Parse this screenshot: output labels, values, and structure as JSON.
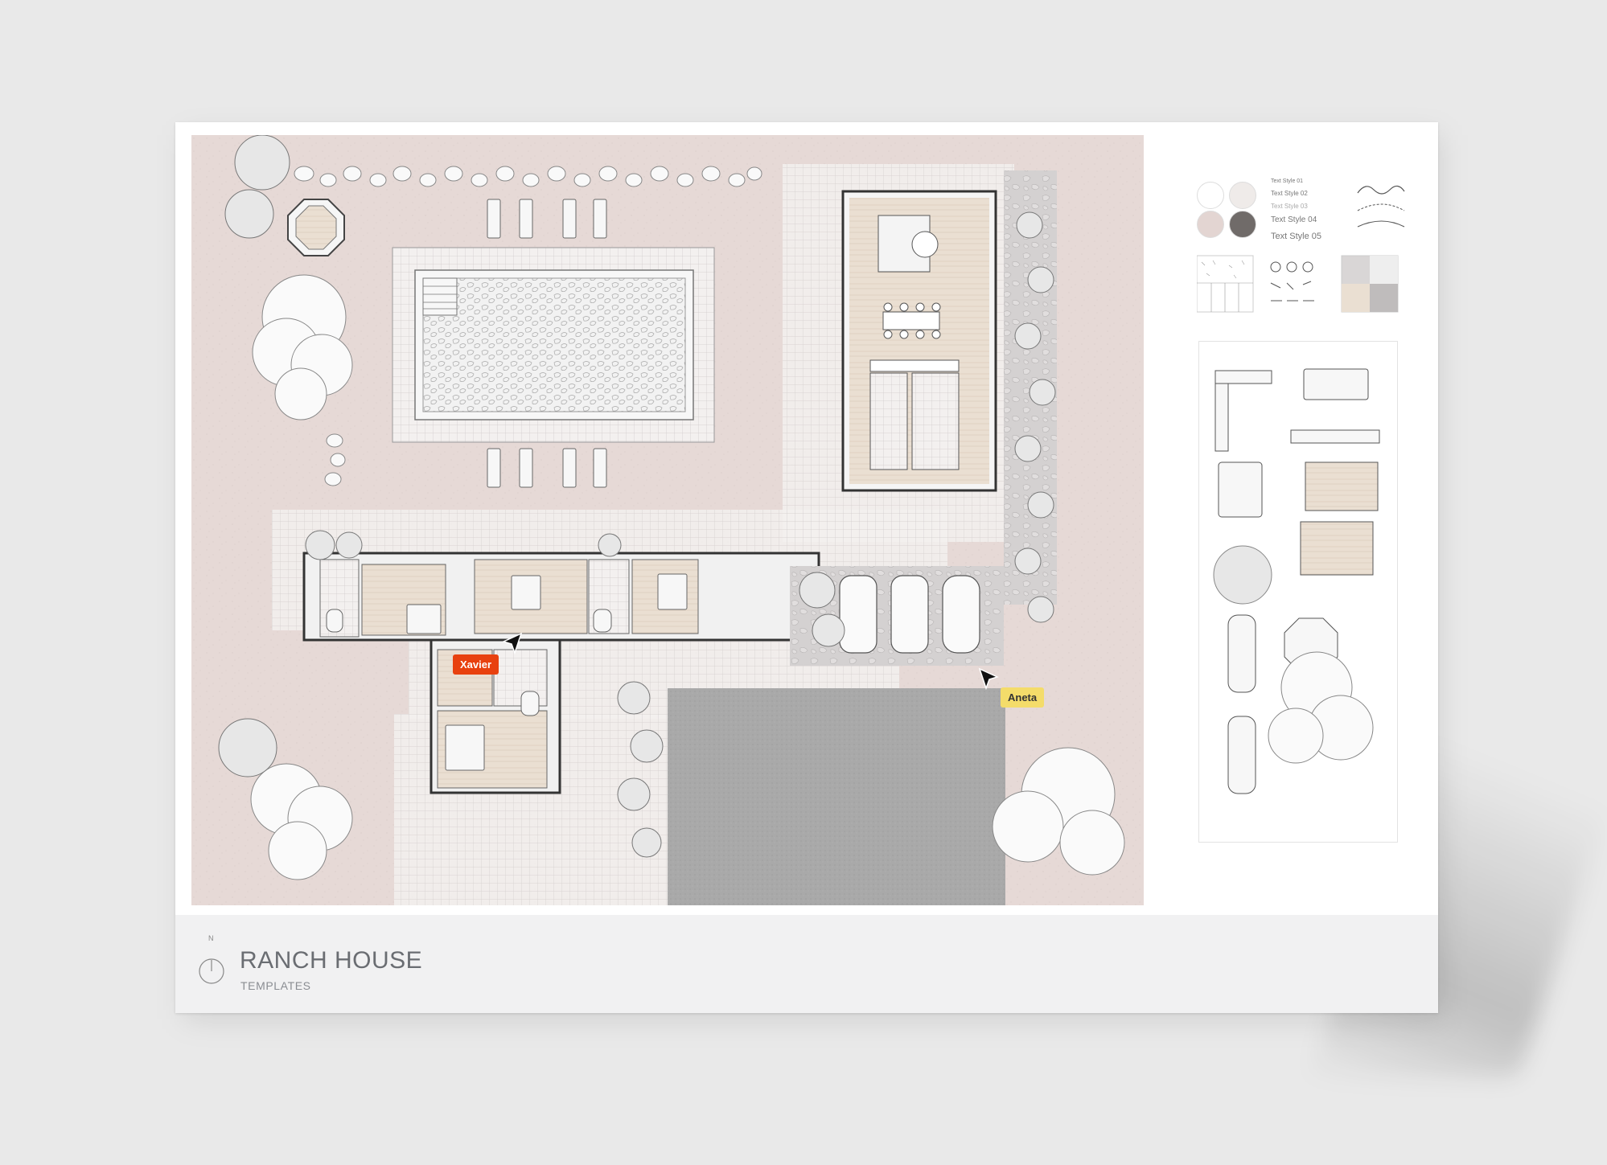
{
  "sheet": {
    "title": "RANCH HOUSE",
    "subtitle": "TEMPLATES",
    "compass_label": "N"
  },
  "legend": {
    "swatches": [
      "#ffffff",
      "#efebe9",
      "#e3d5d2",
      "#706b69"
    ],
    "text_styles": [
      "Text Style 01",
      "Text Style 02",
      "Text Style 03",
      "Text Style 04",
      "Text Style 05"
    ]
  },
  "collaborators": [
    {
      "name": "Xavier",
      "color": "#e8410f",
      "text_color": "#ffffff"
    },
    {
      "name": "Aneta",
      "color": "#f4dc6a",
      "text_color": "#333333"
    }
  ],
  "colors": {
    "background": "#e9e9e9",
    "sheet": "#ffffff",
    "ground": "#e6d9d6",
    "floor": "#eadfd2",
    "paving": "#d8d6d6",
    "driveway": "#a8a8a8",
    "footer": "#f1f1f2"
  }
}
